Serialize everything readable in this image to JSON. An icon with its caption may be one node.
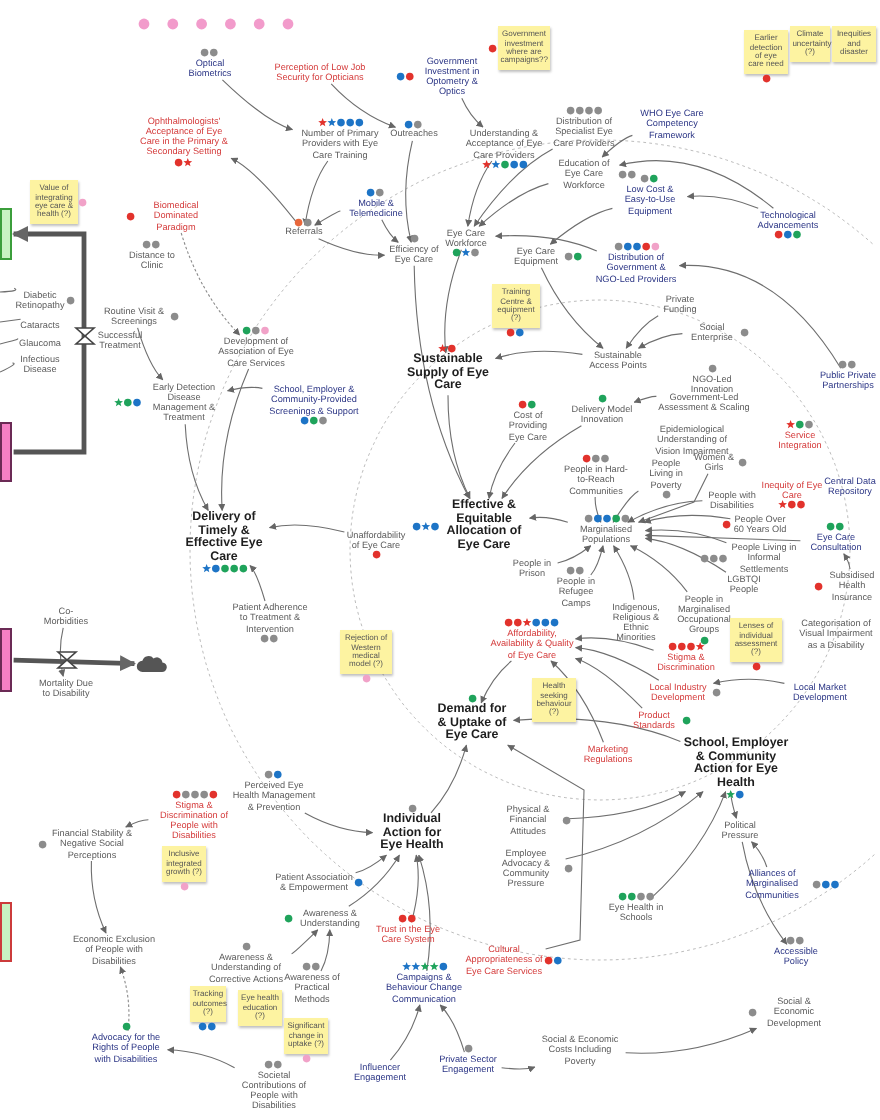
{
  "diagram": {
    "nodes": [
      {
        "text": [
          "Optical Biometrics"
        ]
      },
      {
        "text": [
          "Perception of Low Job Security for Opticians"
        ]
      },
      {
        "text": [
          "Government Investment in Optometry & Optics"
        ]
      },
      {
        "text": [
          "Government investment where are campaigns??"
        ]
      },
      {
        "text": [
          "Earlier detection of eye care need"
        ]
      },
      {
        "text": [
          "Climate uncertainty (?)"
        ]
      },
      {
        "text": [
          "Inequities and disaster"
        ]
      },
      {
        "text": [
          "Ophthalmologists' Acceptance of Eye Care in the Primary & Secondary Setting"
        ]
      },
      {
        "text": [
          "Number of Primary Providers with Eye Care Training"
        ]
      },
      {
        "text": [
          "Outreaches"
        ]
      },
      {
        "text": [
          "Understanding & Acceptance of Eye Care Providers"
        ]
      },
      {
        "text": [
          "Distribution of Specialist Eye Care Providers"
        ]
      },
      {
        "text": [
          "WHO Eye Care Competency Framework"
        ]
      },
      {
        "text": [
          "Education of Eye Care Workforce"
        ]
      },
      {
        "text": [
          "Biomedical Dominated Paradigm"
        ]
      },
      {
        "text": [
          "Referrals"
        ]
      },
      {
        "text": [
          "Mobile & Telemedicine"
        ]
      },
      {
        "text": [
          "Efficiency of Eye Care"
        ]
      },
      {
        "text": [
          "Eye Care Workforce"
        ]
      },
      {
        "text": [
          "Eye Care Equipment"
        ]
      },
      {
        "text": [
          "Low Cost & Easy-to-Use Equipment"
        ]
      },
      {
        "text": [
          "Technological Advancements"
        ]
      },
      {
        "text": [
          "Distribution of Government & NGO-Led Providers"
        ]
      },
      {
        "text": [
          "Training Centre & equipment (?)"
        ]
      },
      {
        "text": [
          "Private Funding"
        ]
      },
      {
        "text": [
          "Social Enterprise"
        ]
      },
      {
        "text": [
          "Sustainable Access Points"
        ]
      },
      {
        "text": [
          "NGO-Led Innovation"
        ]
      },
      {
        "text": [
          "Public Private Partnerships"
        ]
      },
      {
        "text": [
          "Value of integrating eye care & health (?)"
        ]
      },
      {
        "text": [],
        "shape": "box"
      },
      {
        "text": [
          "Distance to Clinic"
        ]
      },
      {
        "text": [
          "Routine Visit & Screenings"
        ]
      },
      {
        "text": [
          "Diabetic Retinopathy"
        ]
      },
      {
        "text": [
          "Cataracts"
        ]
      },
      {
        "text": [
          "Glaucoma"
        ]
      },
      {
        "text": [
          "Infectious Disease"
        ]
      },
      {
        "text": [
          "Successful Treatment"
        ]
      },
      {
        "text": [
          "Sustainable Supply of Eye Care"
        ]
      },
      {
        "text": [
          "Development of Association of Eye Care Services"
        ]
      },
      {
        "text": [
          "Early Detection Disease Management & Treatment"
        ]
      },
      {
        "text": [
          "School, Employer & Community-Provided Screenings & Support"
        ]
      },
      {
        "text": [
          "Cost of Providing Eye Care"
        ]
      },
      {
        "text": [
          "Delivery Model Innovation"
        ]
      },
      {
        "text": [
          "Government-Led Assessment & Scaling"
        ]
      },
      {
        "text": [
          "Epidemiological Understanding of Vision Impairment"
        ]
      },
      {
        "text": [
          "Service Integration"
        ]
      },
      {
        "text": [
          "Central Data Repository"
        ]
      },
      {
        "text": [
          "Inequity of Eye Care"
        ]
      },
      {
        "text": [
          "Delivery of Timely & Effective Eye Care"
        ]
      },
      {
        "text": [
          "Unaffordability of Eye Care"
        ]
      },
      {
        "text": [
          "Effective & Equitable Allocation of Eye Care"
        ]
      },
      {
        "text": [
          "Marginalised Populations"
        ]
      },
      {
        "text": [
          "People in Hard-to-Reach Communities"
        ]
      },
      {
        "text": [
          "People Living in Poverty"
        ]
      },
      {
        "text": [
          "Women & Girls"
        ]
      },
      {
        "text": [
          "People with Disabilities"
        ]
      },
      {
        "text": [
          "People Over 60 Years Old"
        ]
      },
      {
        "text": [
          "People Living in Informal Settlements"
        ]
      },
      {
        "text": [
          "LGBTQI People"
        ]
      },
      {
        "text": [
          "People in Marginalised Occupational Groups"
        ]
      },
      {
        "text": [
          "Indigenous, Religious & Ethnic Minorities"
        ]
      },
      {
        "text": [
          "People in Refugee Camps"
        ]
      },
      {
        "text": [
          "People in Prison"
        ]
      },
      {
        "text": [
          "Eye Care Consultation"
        ]
      },
      {
        "text": [
          "Subsidised Health Insurance"
        ]
      },
      {
        "text": [
          "Categorisation of Visual Impairment as a Disability"
        ]
      },
      {
        "text": [
          "Lenses of individual assessment (?)"
        ]
      },
      {
        "text": [
          "Affordability, Availability & Quality of Eye Care"
        ]
      },
      {
        "text": [
          "Stigma & Discrimination"
        ]
      },
      {
        "text": [
          "Health seeking behaviour (?)"
        ]
      },
      {
        "text": [
          "Local Industry Development"
        ]
      },
      {
        "text": [
          "Local Market Development"
        ]
      },
      {
        "text": [
          "Product Standards"
        ]
      },
      {
        "text": [
          "Marketing Regulations"
        ]
      },
      {
        "text": [
          "Demand for & Uptake of Eye Care"
        ]
      },
      {
        "text": [
          "School, Employer & Community Action for Eye Health"
        ]
      },
      {
        "text": [
          "Rejection of Western medical model (?)"
        ]
      },
      {
        "text": [
          "Patient Adherence to Treatment & Intervention"
        ]
      },
      {
        "text": [
          "Co-Morbidities"
        ]
      },
      {
        "text": [
          "Mortality Due to Disability"
        ]
      },
      {
        "text": [],
        "shape": "box"
      },
      {
        "text": [],
        "shape": "box"
      },
      {
        "text": [],
        "shape": "cloud"
      },
      {
        "text": [
          "Perceived Eye Health Management & Prevention"
        ]
      },
      {
        "text": [
          "Stigma & Discrimination of People with Disabilities"
        ]
      },
      {
        "text": [
          "Financial Stability & Negative Social Perceptions"
        ]
      },
      {
        "text": [
          "Inclusive integrated growth (?)"
        ]
      },
      {
        "text": [
          "Individual Action for Eye Health"
        ]
      },
      {
        "text": [
          "Patient Association & Empowerment"
        ]
      },
      {
        "text": [
          "Awareness & Understanding"
        ]
      },
      {
        "text": [
          "Trust in the Eye Care System"
        ]
      },
      {
        "text": [
          "Economic Exclusion of People with Disabilities"
        ]
      },
      {
        "text": [
          "Awareness & Understanding of Corrective Actions"
        ]
      },
      {
        "text": [
          "Eye health education (?)"
        ]
      },
      {
        "text": [
          "Tracking outcomes (?)"
        ]
      },
      {
        "text": [
          "Awareness of Practical Methods"
        ]
      },
      {
        "text": [
          "Significant change in uptake (?)"
        ]
      },
      {
        "text": [
          "Campaigns & Behaviour Change Communication"
        ]
      },
      {
        "text": [
          "Advocacy for the Rights of People with Disabilities"
        ]
      },
      {
        "text": [
          "Societal Contributions of People with Disabilities"
        ]
      },
      {
        "text": [
          "Influencer Engagement"
        ]
      },
      {
        "text": [
          "Private Sector Engagement"
        ]
      },
      {
        "text": [
          "Cultural Appropriateness of Eye Care Services"
        ]
      },
      {
        "text": [
          "Physical & Financial Attitudes"
        ]
      },
      {
        "text": [
          "Employee Advocacy & Community Pressure"
        ]
      },
      {
        "text": [
          "Eye Health in Schools"
        ]
      },
      {
        "text": [
          "Political Pressure"
        ]
      },
      {
        "text": [
          "Alliances of Marginalised Communities"
        ]
      },
      {
        "text": [
          "Accessible Policy"
        ]
      },
      {
        "text": [
          "Social & Economic Development"
        ]
      },
      {
        "text": [
          "Social & Economic Costs Including Poverty"
        ]
      },
      {
        "text": [],
        "shape": "box"
      }
    ],
    "edges": [
      {
        "from": 0,
        "to": 8,
        "arrow": "to"
      },
      {
        "from": 1,
        "to": 9,
        "arrow": "to"
      },
      {
        "from": 2,
        "to": 10,
        "arrow": "to"
      },
      {
        "from": 15,
        "to": 7,
        "arrow": "to"
      },
      {
        "from": 8,
        "to": 15,
        "arrow": "to"
      },
      {
        "from": 9,
        "to": 17,
        "arrow": "to"
      },
      {
        "from": 10,
        "to": 18,
        "arrow": "to"
      },
      {
        "from": 11,
        "to": 18,
        "arrow": "to"
      },
      {
        "from": 12,
        "to": 13,
        "arrow": "to"
      },
      {
        "from": 13,
        "to": 18,
        "arrow": "to"
      },
      {
        "from": 21,
        "to": 20,
        "arrow": "to"
      },
      {
        "from": 21,
        "to": 13,
        "arrow": "to"
      },
      {
        "from": 19,
        "to": 26,
        "arrow": "to"
      },
      {
        "from": 18,
        "to": 38,
        "arrow": "to"
      },
      {
        "from": 15,
        "to": 17,
        "arrow": "to"
      },
      {
        "from": 16,
        "to": 17,
        "arrow": "to"
      },
      {
        "from": 16,
        "to": 15,
        "arrow": "to"
      },
      {
        "from": 17,
        "to": 51,
        "arrow": "to"
      },
      {
        "from": 24,
        "to": 26,
        "arrow": "to"
      },
      {
        "from": 25,
        "to": 26,
        "arrow": "to"
      },
      {
        "from": 28,
        "to": 22,
        "arrow": "to"
      },
      {
        "from": 20,
        "to": 19,
        "arrow": "to"
      },
      {
        "from": 32,
        "to": 40,
        "arrow": "to"
      },
      {
        "from": 40,
        "to": 49,
        "arrow": "to"
      },
      {
        "from": 41,
        "to": 40,
        "arrow": "to"
      },
      {
        "from": 39,
        "to": 49,
        "arrow": "to"
      },
      {
        "from": 38,
        "to": 51,
        "arrow": "to"
      },
      {
        "from": 50,
        "to": 49,
        "arrow": "to"
      },
      {
        "from": 52,
        "to": 51,
        "arrow": "to"
      },
      {
        "from": 53,
        "to": 52,
        "arrow": "to"
      },
      {
        "from": 54,
        "to": 52,
        "arrow": "to"
      },
      {
        "from": 55,
        "to": 52,
        "arrow": "to"
      },
      {
        "from": 56,
        "to": 52,
        "arrow": "to"
      },
      {
        "from": 57,
        "to": 52,
        "arrow": "to"
      },
      {
        "from": 58,
        "to": 52,
        "arrow": "to"
      },
      {
        "from": 59,
        "to": 52,
        "arrow": "to"
      },
      {
        "from": 60,
        "to": 52,
        "arrow": "to"
      },
      {
        "from": 61,
        "to": 52,
        "arrow": "to"
      },
      {
        "from": 62,
        "to": 52,
        "arrow": "to"
      },
      {
        "from": 63,
        "to": 52,
        "arrow": "to"
      },
      {
        "from": 42,
        "to": 51,
        "arrow": "to"
      },
      {
        "from": 43,
        "to": 51,
        "arrow": "to"
      },
      {
        "from": 44,
        "to": 43,
        "arrow": "to"
      },
      {
        "from": 64,
        "to": 52,
        "arrow": "to"
      },
      {
        "from": 78,
        "to": 49,
        "arrow": "to"
      },
      {
        "from": 79,
        "to": 80,
        "arrow": "to"
      },
      {
        "from": 71,
        "to": 68,
        "arrow": "to"
      },
      {
        "from": 73,
        "to": 68,
        "arrow": "to"
      },
      {
        "from": 74,
        "to": 68,
        "arrow": "to"
      },
      {
        "from": 69,
        "to": 68,
        "arrow": "to"
      },
      {
        "from": 72,
        "to": 71,
        "arrow": "to"
      },
      {
        "from": 68,
        "to": 75,
        "arrow": "to"
      },
      {
        "from": 88,
        "to": 75,
        "arrow": "to"
      },
      {
        "from": 76,
        "to": 75,
        "arrow": "to"
      },
      {
        "from": 65,
        "to": 64,
        "arrow": "to"
      },
      {
        "from": 84,
        "to": 88,
        "arrow": "to"
      },
      {
        "from": 85,
        "to": 86,
        "arrow": "to"
      },
      {
        "from": 89,
        "to": 88,
        "arrow": "to"
      },
      {
        "from": 90,
        "to": 88,
        "arrow": "to"
      },
      {
        "from": 91,
        "to": 88,
        "arrow": "to"
      },
      {
        "from": 93,
        "to": 90,
        "arrow": "to"
      },
      {
        "from": 96,
        "to": 90,
        "arrow": "to"
      },
      {
        "from": 98,
        "to": 88,
        "arrow": "to"
      },
      {
        "from": 101,
        "to": 98,
        "arrow": "to"
      },
      {
        "from": 102,
        "to": 98,
        "arrow": "to"
      },
      {
        "from": 103,
        "to": 75,
        "arrow": "to"
      },
      {
        "from": 104,
        "to": 76,
        "arrow": "to"
      },
      {
        "from": 105,
        "to": 76,
        "arrow": "to"
      },
      {
        "from": 106,
        "to": 76,
        "arrow": "to"
      },
      {
        "from": 76,
        "to": 107,
        "arrow": "to"
      },
      {
        "from": 108,
        "to": 107,
        "arrow": "to"
      },
      {
        "from": 107,
        "to": 109,
        "arrow": "to"
      },
      {
        "from": 111,
        "to": 110,
        "arrow": "to"
      },
      {
        "from": 100,
        "to": 99,
        "arrow": "to"
      },
      {
        "from": 102,
        "to": 111,
        "arrow": "to"
      },
      {
        "from": 81,
        "to": 30,
        "arrow": "to",
        "style": "thick"
      },
      {
        "from": 82,
        "to": 83,
        "arrow": "to",
        "style": "thick"
      },
      {
        "from": 14,
        "to": 39,
        "arrow": "to",
        "style": "dashed"
      },
      {
        "from": 99,
        "to": 92,
        "arrow": "to",
        "style": "dashed"
      },
      {
        "from": 33,
        "to": null,
        "arrow": "none"
      },
      {
        "from": 34,
        "to": null,
        "arrow": "none"
      },
      {
        "from": 35,
        "to": null,
        "arrow": "none"
      },
      {
        "from": 36,
        "to": null,
        "arrow": "none"
      },
      {
        "from": 86,
        "to": 92,
        "arrow": "to"
      },
      {
        "from": 22,
        "to": 18,
        "arrow": "to"
      },
      {
        "from": 26,
        "to": 38,
        "arrow": "to"
      }
    ]
  }
}
